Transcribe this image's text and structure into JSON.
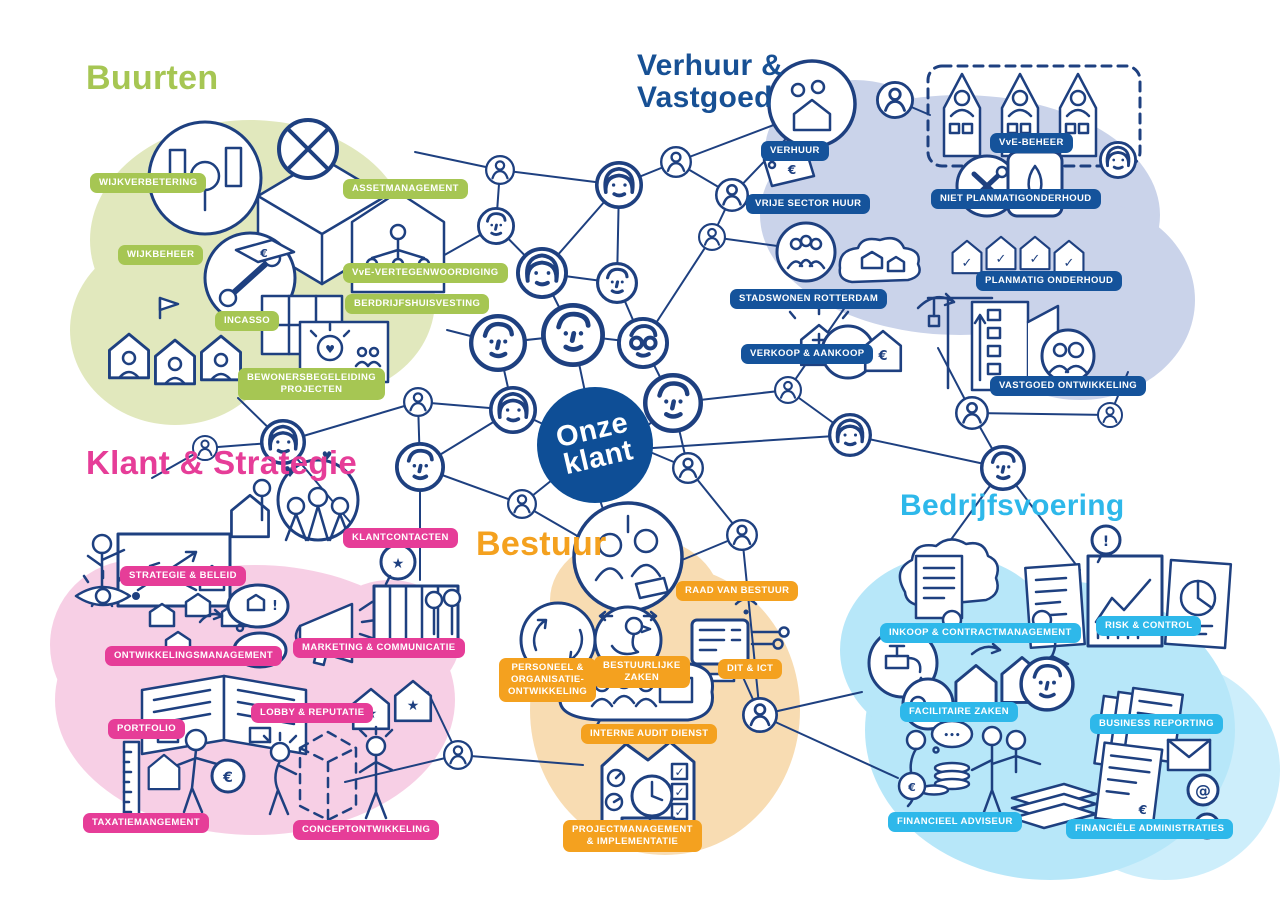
{
  "center": {
    "text": "Onze\nklant",
    "color": "#0e4e96"
  },
  "icons": {
    "euro": "€",
    "at": "@",
    "exclamation": "!",
    "heart": "♥",
    "star": "★",
    "check": "✓",
    "dots": "•••"
  },
  "clusters": {
    "buurten": {
      "title": "Buurten",
      "color": "#a6c653",
      "blob_color": "#e1e8bd",
      "labels": {
        "wijkverbetering": "WIJKVERBETERING",
        "assetmanagement": "ASSETMANAGEMENT",
        "wijkbeheer": "WIJKBEHEER",
        "vve_vertegenwoordiging": "VvE-VERTEGENWOORDIGING",
        "bedrijfshuisvesting": "BERDRIJFSHUISVESTING",
        "incasso": "INCASSO",
        "bewonersbegeleiding_projecten": "BEWONERSBEGELEIDING\nPROJECTEN"
      }
    },
    "verhuur_vastgoed": {
      "title": "Verhuur &\nVastgoed",
      "color": "#175094",
      "blob_color": "#cad3ea",
      "labels": {
        "verhuur": "VERHUUR",
        "vrije_sector_huur": "VRIJE SECTOR HUUR",
        "vve_beheer": "VvE-BEHEER",
        "niet_planmatig_onderhoud": "NIET PLANMATIGONDERHOUD",
        "stadswonen_rotterdam": "STADSWONEN ROTTERDAM",
        "planmatig_onderhoud": "PLANMATIG ONDERHOUD",
        "verkoop_aankoop": "VERKOOP & AANKOOP",
        "vastgoed_ontwikkeling": "VASTGOED ONTWIKKELING"
      }
    },
    "klant_strategie": {
      "title": "Klant & Strategie",
      "color": "#e63d98",
      "blob_color": "#f7cfe5",
      "labels": {
        "klantcontacten": "KLANTCONTACTEN",
        "strategie_beleid": "STRATEGIE & BELEID",
        "ontwikkelingsmanagement": "ONTWIKKELINGSMANAGEMENT",
        "marketing_communicatie": "MARKETING & COMMUNICATIE",
        "portfolio": "PORTFOLIO",
        "lobby_reputatie": "LOBBY & REPUTATIE",
        "taxatiemangement": "TAXATIEMANGEMENT",
        "conceptontwikkeling": "CONCEPTONTWIKKELING"
      }
    },
    "bestuur": {
      "title": "Bestuur",
      "color": "#f4a11f",
      "blob_color": "#f8dcb2",
      "labels": {
        "raad_van_bestuur": "RAAD VAN BESTUUR",
        "personeel_organisatie_ontwikkeling": "PERSONEEL &\nORGANISATIE-\nONTWIKKELING",
        "bestuurlijke_zaken": "BESTUURLIJKE\nZAKEN",
        "dit_ict": "DIT & ICT",
        "interne_audit_dienst": "INTERNE AUDIT DIENST",
        "projectmanagement_implementatie": "PROJECTMANAGEMENT\n& IMPLEMENTATIE"
      }
    },
    "bedrijfsvoering": {
      "title": "Bedrijfsvoering",
      "color": "#2eb8ea",
      "blob_color": "#b7e7f9",
      "labels": {
        "inkoop_contractmanagement": "INKOOP & CONTRACTMANAGEMENT",
        "risk_control": "RISK & CONTROL",
        "facilitaire_zaken": "FACILITAIRE ZAKEN",
        "business_reporting": "BUSINESS REPORTING",
        "financieel_adviseur": "FINANCIEEL ADVISEUR",
        "financiele_administraties": "FINANCIËLE ADMINISTRATIES"
      }
    }
  }
}
